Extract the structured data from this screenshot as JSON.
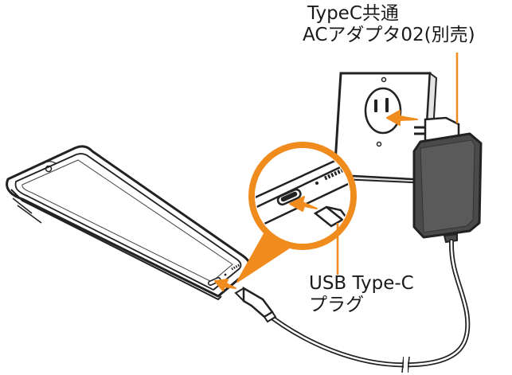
{
  "labels": {
    "adapter_line1": "TypeC共通",
    "adapter_line2": "ACアダプタ02(別売)",
    "plug_line1": "USB Type-C",
    "plug_line2": "プラグ"
  },
  "colors": {
    "accent": "#f08c1e",
    "line": "#222222",
    "adapter_fill": "#4a4a4a",
    "plate_fill": "#f4f4f4",
    "background": "#ffffff"
  },
  "parts": {
    "smartphone": "smartphone-illustration",
    "wall_outlet": "wall-outlet-illustration",
    "ac_adapter": "ac-adapter-illustration",
    "usb_c_plug": "usb-c-plug-illustration",
    "zoom_callout": "zoom-callout-circle"
  }
}
